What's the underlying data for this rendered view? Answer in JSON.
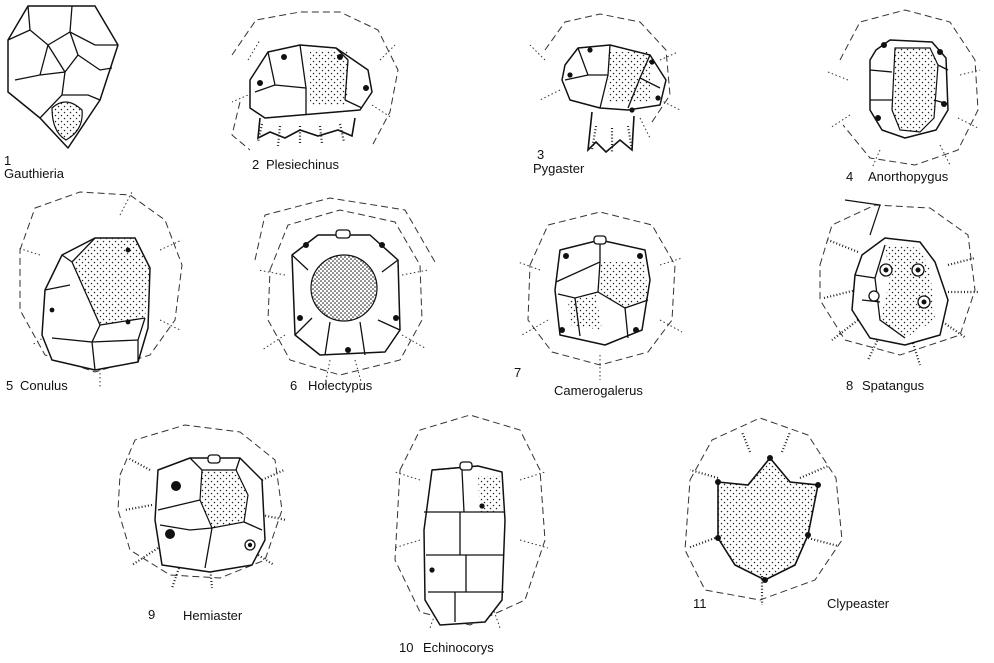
{
  "figures": [
    {
      "number": "1",
      "genus": "Gauthieria"
    },
    {
      "number": "2",
      "genus": "Plesiechinus"
    },
    {
      "number": "3",
      "genus": "Pygaster"
    },
    {
      "number": "4",
      "genus": "Anorthopygus"
    },
    {
      "number": "5",
      "genus": "Conulus"
    },
    {
      "number": "6",
      "genus": "Holectypus"
    },
    {
      "number": "7",
      "genus": "Camerogalerus"
    },
    {
      "number": "8",
      "genus": "Spatangus"
    },
    {
      "number": "9",
      "genus": "Hemiaster"
    },
    {
      "number": "10",
      "genus": "Echinocorys"
    },
    {
      "number": "11",
      "genus": "Clypeaster"
    }
  ]
}
